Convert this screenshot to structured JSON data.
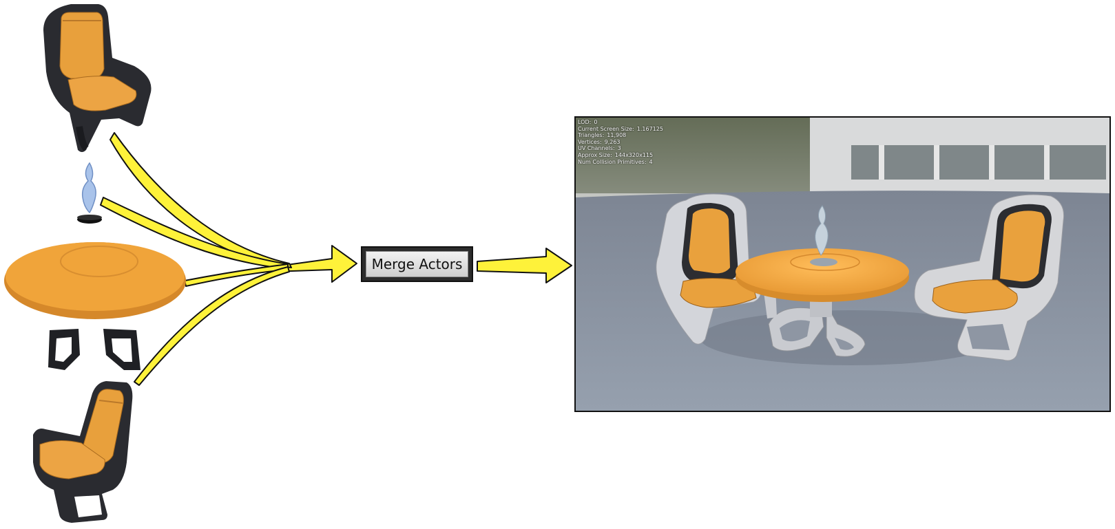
{
  "merge_button": {
    "label": "Merge Actors"
  },
  "source_actors": [
    {
      "name": "chair"
    },
    {
      "name": "statue"
    },
    {
      "name": "table"
    },
    {
      "name": "chair"
    }
  ],
  "viewport": {
    "stats": [
      {
        "label": "LOD:",
        "value": "0"
      },
      {
        "label": "Current Screen Size:",
        "value": "1.167125"
      },
      {
        "label": "Triangles:",
        "value": "11,908"
      },
      {
        "label": "Vertices:",
        "value": "9,263"
      },
      {
        "label": "UV Channels:",
        "value": "3"
      },
      {
        "label": "Approx Size:",
        "value": "144x320x115"
      },
      {
        "label": "Num Collision Primitives:",
        "value": "4"
      }
    ]
  },
  "colors": {
    "arrow_fill": "#fef23a",
    "cushion_orange": "#e8a03c",
    "chair_frame_dark": "#2a2b30",
    "chair_frame_silver": "#cfd1d6",
    "table_orange": "#f0a43a",
    "floor_gray": "#8e96a3"
  },
  "icons": {
    "arrow": "right-arrow-icon"
  }
}
